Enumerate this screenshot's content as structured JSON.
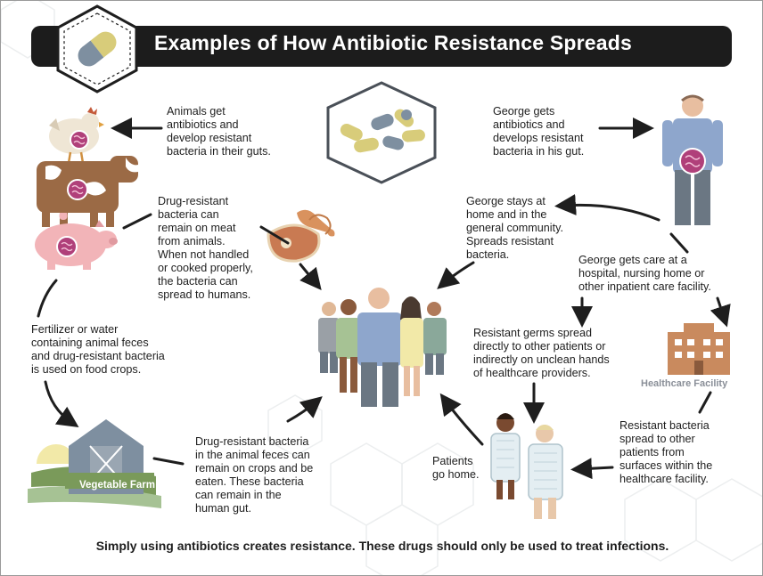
{
  "title": "Examples of How Antibiotic Resistance Spreads",
  "footer": "Simply using antibiotics creates resistance.  These drugs should only be used to treat infections.",
  "labels": {
    "animals_get": [
      "Animals get",
      "antibiotics and",
      "develop resistant",
      "bacteria in their guts."
    ],
    "george_gets": [
      "George gets",
      "antibiotics and",
      "develops resistant",
      "bacteria in his gut."
    ],
    "meat": [
      "Drug-resistant",
      "bacteria can",
      "remain on meat",
      "from animals.",
      "When not handled",
      "or cooked properly,",
      "the bacteria can",
      "spread to humans."
    ],
    "george_stays": [
      "George stays at",
      "home and in the",
      "general community.",
      "Spreads resistant",
      "bacteria."
    ],
    "george_care": [
      "George gets care at a",
      "hospital, nursing home or",
      "other inpatient care facility."
    ],
    "fertilizer": [
      "Fertilizer or water",
      "containing animal feces",
      "and drug-resistant bacteria",
      "is used on food crops."
    ],
    "germs_spread": [
      "Resistant germs spread",
      "directly to other patients or",
      "indirectly on unclean hands",
      "of healthcare providers."
    ],
    "crops": [
      "Drug-resistant bacteria",
      "in the animal feces can",
      "remain on crops and be",
      "eaten. These bacteria",
      "can remain in the",
      "human gut."
    ],
    "patients_home": [
      "Patients",
      "go home."
    ],
    "facility_spread": [
      "Resistant bacteria",
      "spread to other",
      "patients from",
      "surfaces within the",
      "healthcare facility."
    ]
  },
  "icons": {
    "farm_label": "Vegetable Farm",
    "facility_label": "Healthcare Facility"
  },
  "colors": {
    "title_bar": "#1c1c1c",
    "pill_yellow": "#d8cc7a",
    "pill_grey": "#7e8fa0",
    "gut_bacteria": "#b0407a",
    "person_blue": "#8ea6cc",
    "person_grey": "#6b7783",
    "facility": "#c98a5e",
    "farm_green": "#7a9a5a",
    "animal_brown": "#9b6a45",
    "pig_pink": "#f2b4b8"
  }
}
